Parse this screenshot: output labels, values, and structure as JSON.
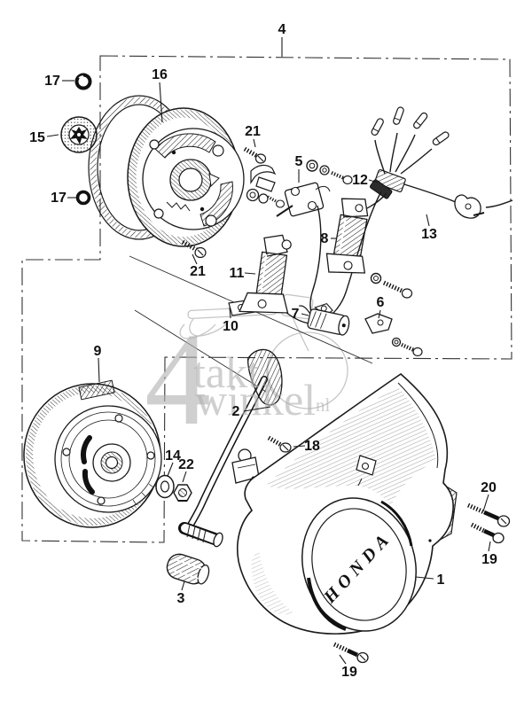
{
  "diagram": {
    "kind": "exploded-parts-diagram",
    "brand_text": "HONDA",
    "watermark": {
      "big4": "4",
      "takt": "takt",
      "winkel": "winkel",
      "nl": "nl"
    },
    "colors": {
      "background": "#ffffff",
      "line": "#1a1a1a",
      "watermark": "#b2b2b2",
      "ghost": "#c6c6c6"
    },
    "callouts": [
      {
        "num": "4"
      },
      {
        "num": "17"
      },
      {
        "num": "16"
      },
      {
        "num": "15"
      },
      {
        "num": "17"
      },
      {
        "num": "21"
      },
      {
        "num": "5"
      },
      {
        "num": "12"
      },
      {
        "num": "13"
      },
      {
        "num": "8"
      },
      {
        "num": "11"
      },
      {
        "num": "21"
      },
      {
        "num": "6"
      },
      {
        "num": "7"
      },
      {
        "num": "10"
      },
      {
        "num": "9"
      },
      {
        "num": "2"
      },
      {
        "num": "18"
      },
      {
        "num": "14"
      },
      {
        "num": "22"
      },
      {
        "num": "3"
      },
      {
        "num": "20"
      },
      {
        "num": "19"
      },
      {
        "num": "1"
      },
      {
        "num": "19"
      }
    ]
  }
}
